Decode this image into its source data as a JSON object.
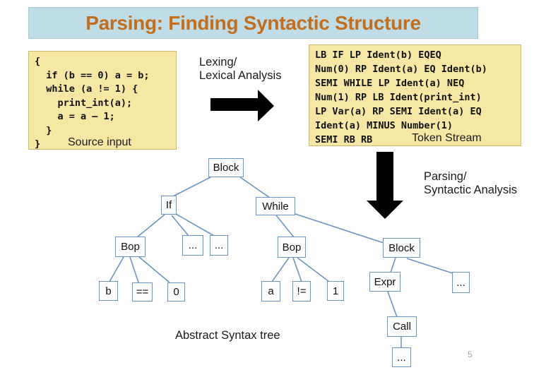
{
  "slide": {
    "title": "Parsing: Finding Syntactic Structure",
    "page_number": "5"
  },
  "source_box": {
    "code_lines": [
      "{",
      "  if (b == 0) a = b;",
      "  while (a != 1) {",
      "    print_int(a);",
      "    a = a — 1;",
      "  }",
      "}"
    ],
    "caption": "Source input"
  },
  "token_box": {
    "lines": [
      "LB IF LP Ident(b) EQEQ",
      "Num(0) RP Ident(a) EQ Ident(b)",
      "SEMI WHILE LP Ident(a) NEQ",
      "Num(1) RP LB Ident(print_int)",
      "LP Var(a) RP SEMI Ident(a) EQ",
      "Ident(a) MINUS Number(1)",
      "SEMI RB RB"
    ],
    "caption": "Token Stream"
  },
  "stages": {
    "lexing_line1": "Lexing/",
    "lexing_line2": "Lexical Analysis",
    "parsing_line1": "Parsing/",
    "parsing_line2": "Syntactic Analysis"
  },
  "tree": {
    "caption": "Abstract Syntax tree",
    "nodes": [
      {
        "id": "block-root",
        "label": "Block"
      },
      {
        "id": "if",
        "label": "If"
      },
      {
        "id": "while",
        "label": "While"
      },
      {
        "id": "bop-if",
        "label": "Bop"
      },
      {
        "id": "if-ellipsis-1",
        "label": "..."
      },
      {
        "id": "if-ellipsis-2",
        "label": "..."
      },
      {
        "id": "bop-while",
        "label": "Bop"
      },
      {
        "id": "block-while",
        "label": "Block"
      },
      {
        "id": "b",
        "label": "b"
      },
      {
        "id": "eqeq",
        "label": "=="
      },
      {
        "id": "zero",
        "label": "0"
      },
      {
        "id": "a",
        "label": "a"
      },
      {
        "id": "neq",
        "label": "!="
      },
      {
        "id": "one",
        "label": "1"
      },
      {
        "id": "expr",
        "label": "Expr"
      },
      {
        "id": "block-ellipsis",
        "label": "..."
      },
      {
        "id": "call",
        "label": "Call"
      },
      {
        "id": "call-ellipsis",
        "label": "..."
      }
    ],
    "edges": [
      [
        "block-root",
        "if"
      ],
      [
        "block-root",
        "while"
      ],
      [
        "if",
        "bop-if"
      ],
      [
        "if",
        "if-ellipsis-1"
      ],
      [
        "if",
        "if-ellipsis-2"
      ],
      [
        "bop-if",
        "b"
      ],
      [
        "bop-if",
        "eqeq"
      ],
      [
        "bop-if",
        "zero"
      ],
      [
        "while",
        "bop-while"
      ],
      [
        "while",
        "block-while"
      ],
      [
        "bop-while",
        "a"
      ],
      [
        "bop-while",
        "neq"
      ],
      [
        "bop-while",
        "one"
      ],
      [
        "block-while",
        "expr"
      ],
      [
        "block-while",
        "block-ellipsis"
      ],
      [
        "expr",
        "call"
      ],
      [
        "call",
        "call-ellipsis"
      ]
    ]
  },
  "colors": {
    "banner_bg": "#bedde6",
    "title_text": "#c26e1c",
    "code_box_bg": "#f6e7a5",
    "code_box_border": "#cdb96a",
    "node_border": "#6c94c6",
    "edge_line": "#6c94c6",
    "arrow": "#000000",
    "page_number": "#98a2aa"
  }
}
